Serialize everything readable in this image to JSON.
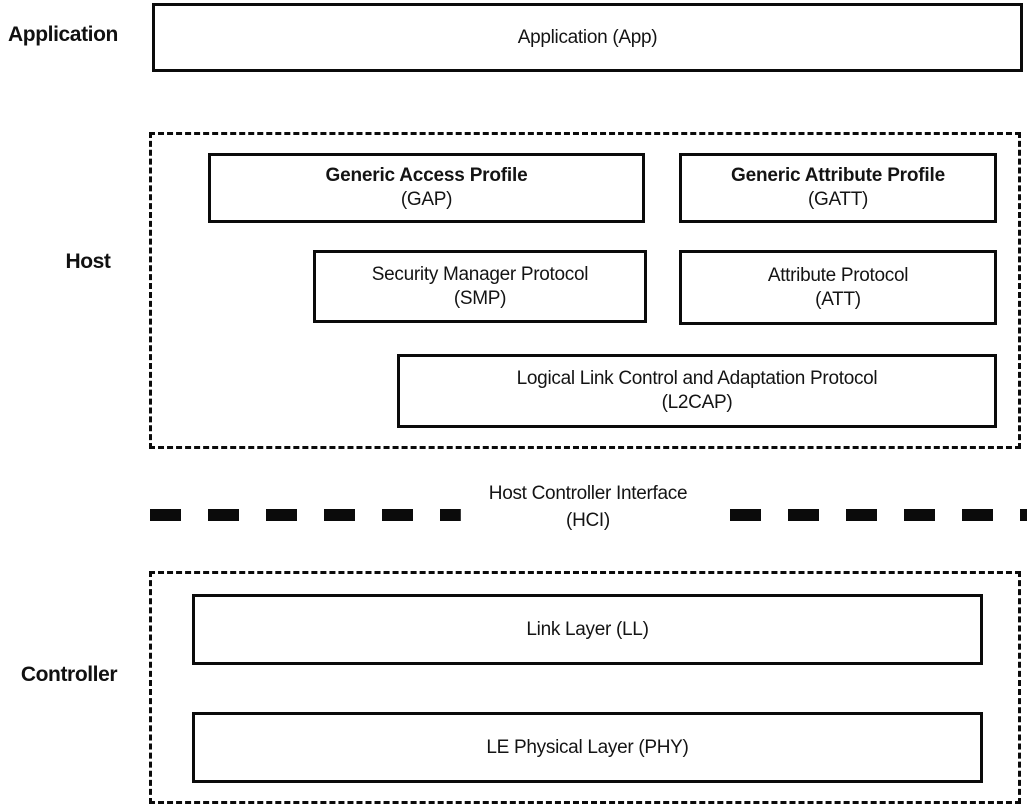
{
  "diagram": {
    "title_context": "Bluetooth Low Energy protocol stack",
    "colors": {
      "line": "#0b0b0b",
      "background": "#ffffff",
      "text": "#141414"
    },
    "layer_labels": {
      "application": "Application",
      "host": "Host",
      "controller": "Controller"
    },
    "boxes": {
      "app": {
        "title": "Application (App)"
      },
      "gap": {
        "title": "Generic Access Profile",
        "abbr": "(GAP)"
      },
      "gatt": {
        "title": "Generic Attribute Profile",
        "abbr": "(GATT)"
      },
      "smp": {
        "title": "Security Manager Protocol",
        "abbr": "(SMP)"
      },
      "att": {
        "title": "Attribute Protocol",
        "abbr": "(ATT)"
      },
      "l2cap": {
        "title": "Logical Link Control and Adaptation Protocol",
        "abbr": "(L2CAP)"
      },
      "hci": {
        "title": "Host Controller Interface",
        "abbr": "(HCI)"
      },
      "ll": {
        "title": "Link Layer (LL)"
      },
      "phy": {
        "title": "LE Physical Layer (PHY)"
      }
    }
  }
}
